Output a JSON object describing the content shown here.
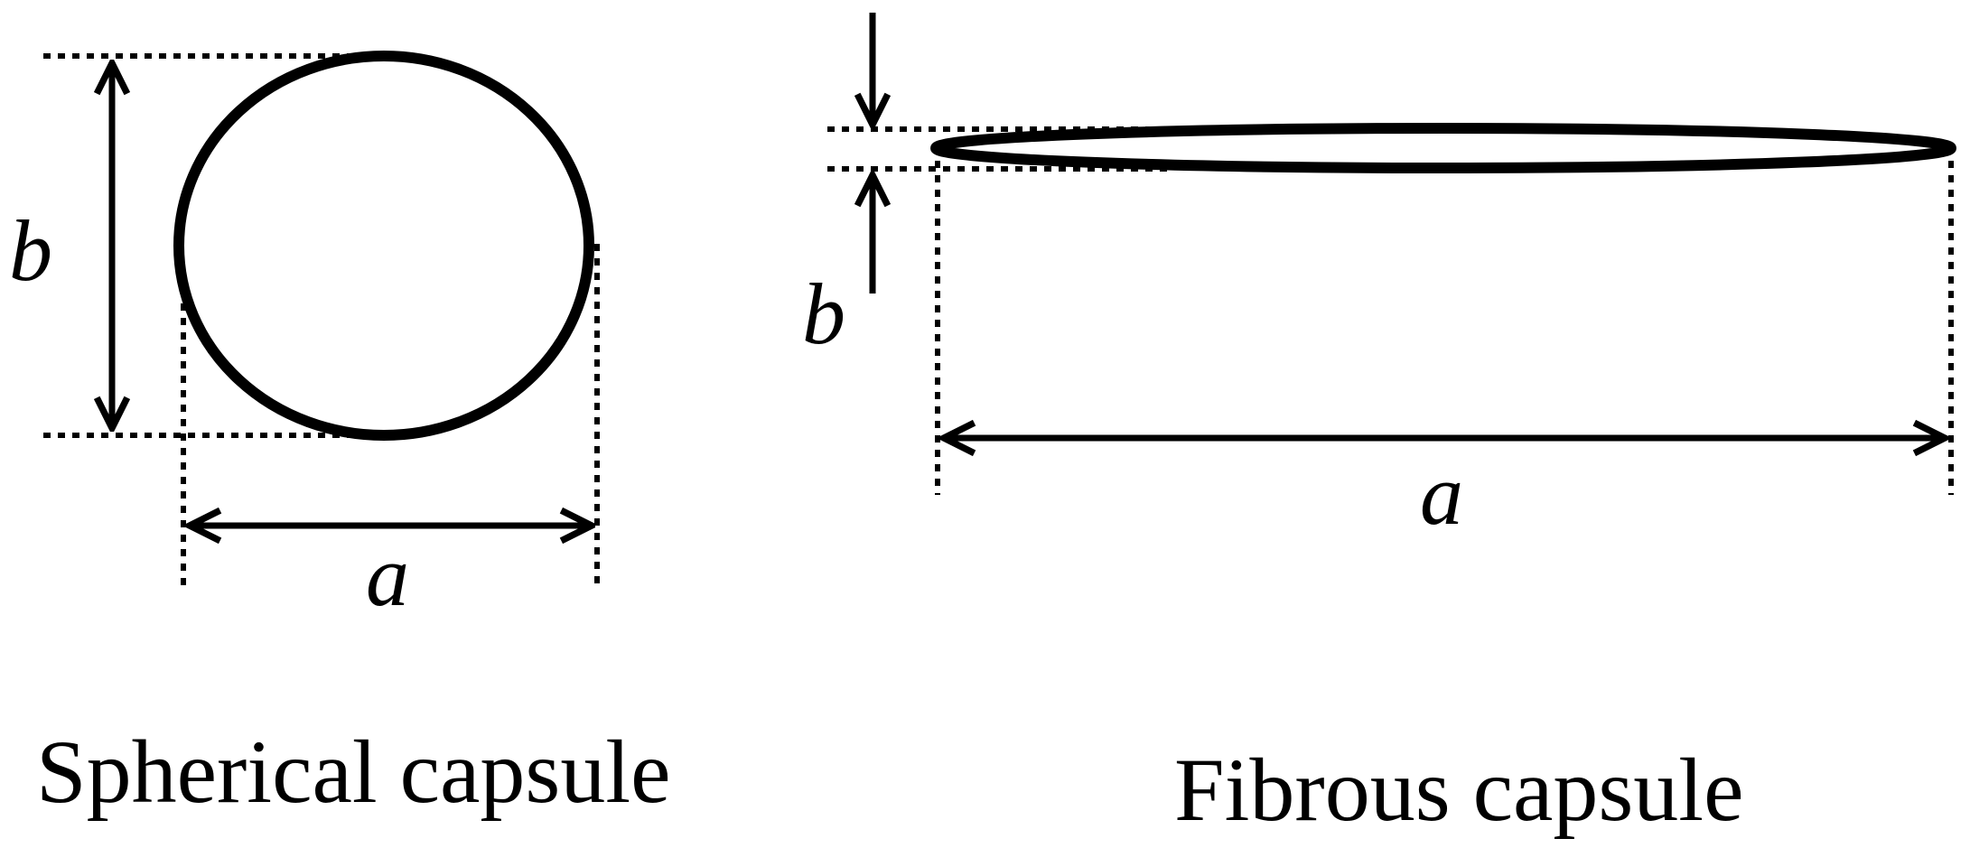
{
  "spherical": {
    "caption": "Spherical capsule",
    "width_label": "a",
    "height_label": "b"
  },
  "fibrous": {
    "caption": "Fibrous capsule",
    "width_label": "a",
    "height_label": "b"
  }
}
